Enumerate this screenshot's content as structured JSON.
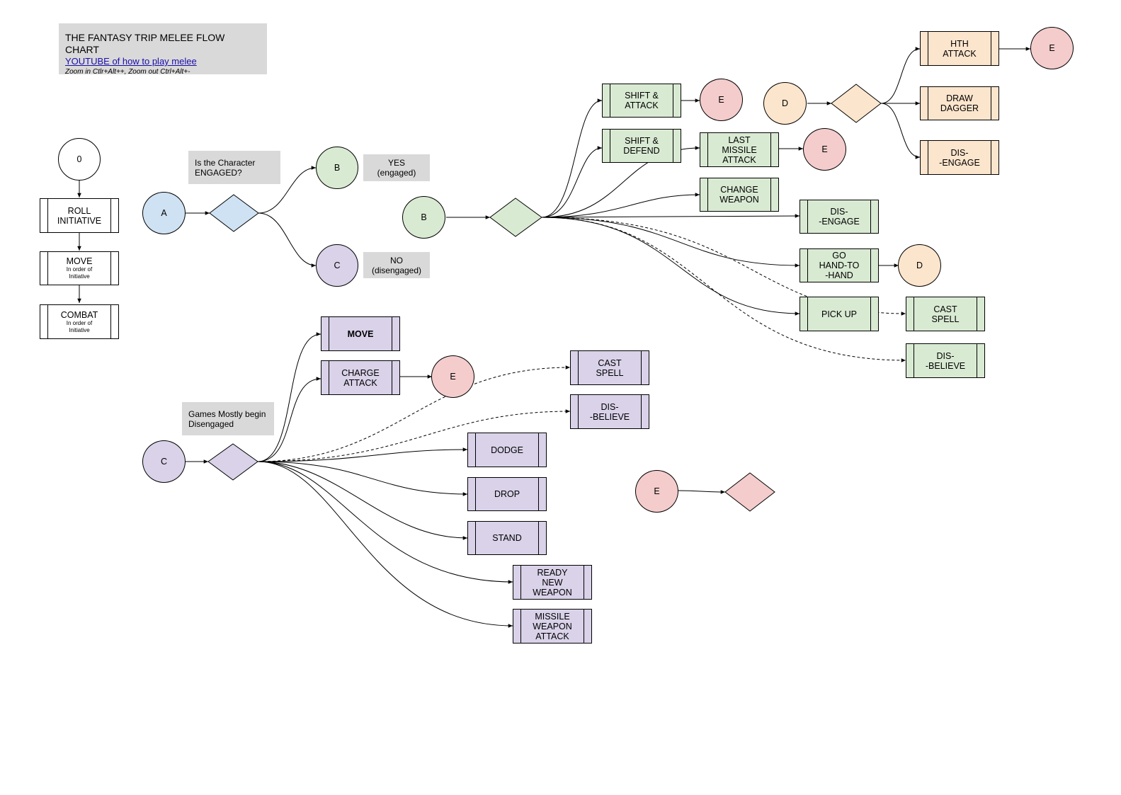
{
  "header": {
    "title": "THE FANTASY TRIP MELEE FLOW CHART",
    "link_text": "YOUTUBE of how to play melee",
    "zoom_note": "Zoom in Ctlr+Alt++, Zoom out Ctrl+Alt+-"
  },
  "colors": {
    "green": "#d9ead3",
    "purple": "#d9d2e9",
    "blue": "#cfe2f3",
    "pink": "#f4cccc",
    "orange": "#fce5cd",
    "note_gray": "#d9d9d9",
    "link_blue": "#1a0dab"
  },
  "notes": {
    "engaged_question": "Is the Character\nENGAGED?",
    "yes_engaged": "YES\n(engaged)",
    "no_disengaged": "NO\n(disengaged)",
    "games_begin": "Games Mostly begin\nDisengaged"
  },
  "sequence": {
    "start": "0",
    "roll_initiative": "ROLL\nINITIATIVE",
    "move": "MOVE",
    "move_sub": "In order of\nInitiative",
    "combat": "COMBAT",
    "combat_sub": "In order of\nInitiative"
  },
  "connectors": {
    "a": "A",
    "b": "B",
    "c": "C",
    "d": "D",
    "e": "E"
  },
  "engaged_actions": {
    "shift_attack": "SHIFT &\nATTACK",
    "shift_defend": "SHIFT &\nDEFEND",
    "last_missile_attack": "LAST\nMISSILE\nATTACK",
    "change_weapon": "CHANGE\nWEAPON",
    "disengage": "DIS-\n-ENGAGE",
    "go_hand_to_hand": "GO\nHAND-TO\n-HAND",
    "pick_up": "PICK UP",
    "cast_spell": "CAST\nSPELL",
    "disbelieve": "DIS-\n-BELIEVE"
  },
  "hth_actions": {
    "hth_attack": "HTH\nATTACK",
    "draw_dagger": "DRAW\nDAGGER",
    "disengage": "DIS-\n-ENGAGE"
  },
  "disengaged_actions": {
    "move": "MOVE",
    "charge_attack": "CHARGE\nATTACK",
    "cast_spell": "CAST\nSPELL",
    "disbelieve": "DIS-\n-BELIEVE",
    "dodge": "DODGE",
    "drop": "DROP",
    "stand": "STAND",
    "ready_new_weapon": "READY\nNEW\nWEAPON",
    "missile_weapon_attack": "MISSILE\nWEAPON\nATTACK"
  }
}
